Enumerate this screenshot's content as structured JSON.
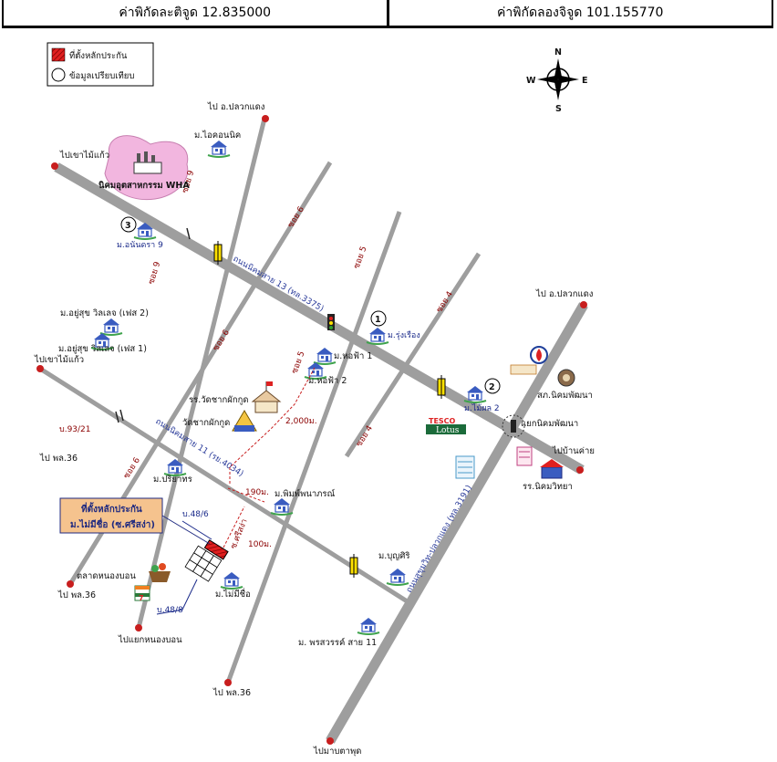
{
  "header": {
    "latitude": "ค่าพิกัดละติจูด 12.835000",
    "longitude": "ค่าพิกัดลองจิจูด 101.155770"
  },
  "legend": {
    "site": "ที่ตั้งหลักประกัน",
    "comparable": "ข้อมูลเปรียบเทียบ"
  },
  "compass": {
    "n": "N",
    "s": "S",
    "e": "E",
    "w": "W"
  },
  "callout": {
    "line1": "ที่ตั้งหลักประกัน",
    "line2": "ม.ไม่มีชื่อ (ซ.ศรีสง่า)"
  },
  "roads": {
    "main_13": "ถนนนิคมสาย 13 (ทล.3375)",
    "main_11": "ถนนนิคมสาย 11 (รย.4034)",
    "sukhumvit": "ถนนสุขุมวิท-ปลวกแดง (ทล.3191)",
    "soi_9a": "ซอย 9",
    "soi_9b": "ซอย 9",
    "soi_6a": "ซอย 6",
    "soi_6b": "ซอย 6",
    "soi_6c": "ซอย 6",
    "soi_5a": "ซอย 5",
    "soi_5b": "ซอย 5",
    "soi_4a": "ซอย 4",
    "soi_4b": "ซอย 4",
    "soi_srisanga": "ซ.ศรีสง่า"
  },
  "places": {
    "to_pluakdaeng_top": "ไป อ.ปลวกแดง",
    "to_khaomaikaeo_1": "ไปเขาไม้แก้ว",
    "to_khaomaikaeo_2": "ไปเขาไม้แก้ว",
    "to_pluakdaeng_right": "ไป อ.ปลวกแดง",
    "to_banchang": "ไปบ้านค่าย",
    "to_mabtaphut": "ไปมาบตาพุด",
    "to_ph36_left": "ไป พล.36",
    "to_ph36_mid": "ไป พล.36",
    "to_ph36_bottom": "ไป พล.36",
    "to_nongbon_junction": "ไปแยกหนองบอน",
    "wha": "นิคมอุตสาหกรรม WHA",
    "iconic": "ม.ไอคอนนิค",
    "anankra9": "ม.อนันดรา 9",
    "yusuk2": "ม.อยู่สุข วิลเลจ (เฟส 2)",
    "yusuk1": "ม.อยู่สุข วิลเลจ (เฟส 1)",
    "rungruang": "ม.รุ่งเรือง",
    "hofah1": "ม.หอฟ้า 1",
    "hofah2": "ม.หอฟ้า 2",
    "maipon2": "ม.ไม้ผล 2",
    "school_wat": "รร.วัดชากผักกูด",
    "wat": "วัดชากผักกูด",
    "ptt": "สภ.นิคมพัฒนา",
    "nikhom_junction": "แยกนิคมพัฒนา",
    "nikhom_school": "รร.นิคมวิทยา",
    "tesco": "TESCO",
    "lotus": "Lotus",
    "pariyathon": "ม.ปริยาทร",
    "pimpanaporn": "ม.พิมพ์พนาภรณ์",
    "bunsiri": "ม.บุญศิริ",
    "phornsawan11": "ม. พรสวรรค์ สาย 11",
    "nongbon_market": "ตลาดหนองบอน",
    "maimichue": "ม.ไม่มีชื่อ",
    "b9321": "บ.93/21",
    "b486": "บ.48/6",
    "b488": "บ.48/8"
  },
  "distances": {
    "d2000": "2,000ม.",
    "d190": "190ม.",
    "d100": "100ม."
  },
  "markers": [
    "1",
    "2",
    "3"
  ],
  "colors": {
    "road": "#9e9e9e",
    "road_arrow": "#c81e1e",
    "industrial": "#f2b6df",
    "callout_fill": "#f5c38e",
    "house": "#3a5cc0",
    "traffic_yellow": "#ffe100"
  }
}
